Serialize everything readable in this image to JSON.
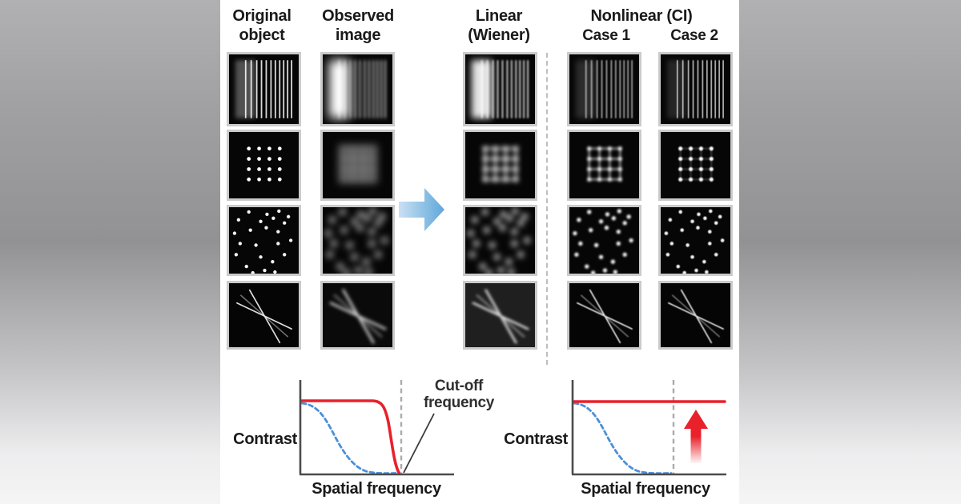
{
  "figure": {
    "group_header": "Nonlinear (CI)",
    "columns": [
      {
        "id": "original",
        "label_lines": [
          "Original",
          "object"
        ],
        "variant": "sharp"
      },
      {
        "id": "observed",
        "label_lines": [
          "Observed",
          "image"
        ],
        "variant": "observed"
      },
      {
        "id": "wiener",
        "label_lines": [
          "Linear",
          "(Wiener)"
        ],
        "variant": "wiener"
      },
      {
        "id": "case1",
        "label_lines": [
          "Case 1"
        ],
        "variant": "case1"
      },
      {
        "id": "case2",
        "label_lines": [
          "Case 2"
        ],
        "variant": "case2"
      }
    ],
    "rows": [
      {
        "pattern": "grating",
        "desc": "vertical line grating test object"
      },
      {
        "pattern": "dot-grid",
        "desc": "4x4 dot grid test object"
      },
      {
        "pattern": "random-dots",
        "desc": "randomly scattered points test object"
      },
      {
        "pattern": "crossed-lines",
        "desc": "two crossing filaments test object"
      }
    ]
  },
  "plots": {
    "ylabel": "Contrast",
    "xlabel": "Spatial frequency",
    "cutoff_lines": [
      "Cut-off",
      "frequency"
    ]
  },
  "colors": {
    "red_curve": "#e8212b",
    "blue_dashed_curve": "#4a90d9",
    "cutoff_dashed_line": "#ababab",
    "axis": "#4c4c4c",
    "separator_dashed": "#bdbdbd",
    "blue_arrow_start": "#c9e0f2",
    "blue_arrow_end": "#5ea8db",
    "panel_border": "#cbcbcb",
    "panel_background": "#060606",
    "sheet_background": "#ffffff",
    "text": "#1a1a1a"
  },
  "panel_params": {
    "grating": {
      "sharp": {
        "blur": 0.3,
        "blob": 0.3,
        "lineOpacity": 0.85
      },
      "observed": {
        "blur": 2.0,
        "blob": 1.0,
        "lineOpacity": 0.8
      },
      "wiener": {
        "blur": 1.0,
        "blob": 0.9,
        "lineOpacity": 0.85
      },
      "case1": {
        "blur": 0.7,
        "blob": 0.15,
        "lineOpacity": 0.6
      },
      "case2": {
        "blur": 0.4,
        "blob": 0.12,
        "lineOpacity": 0.65
      }
    },
    "dot-grid": {
      "sharp": {
        "blur": 0.2,
        "grid": 0,
        "r": 2.4
      },
      "observed": {
        "blur": 5.5,
        "grid": 0.9,
        "r": 3.4
      },
      "wiener": {
        "blur": 3.2,
        "grid": 0.85,
        "r": 3.2
      },
      "case1": {
        "blur": 1.6,
        "grid": 0.55,
        "r": 2.6
      },
      "case2": {
        "blur": 0.9,
        "grid": 0.15,
        "r": 2.6
      }
    },
    "random-dots": {
      "sharp": {
        "blur": 0.3,
        "r": 2.2
      },
      "observed": {
        "blur": 4.5,
        "r": 3.6
      },
      "wiener": {
        "blur": 4.0,
        "r": 3.6
      },
      "case1": {
        "blur": 1.3,
        "r": 2.7
      },
      "case2": {
        "blur": 0.6,
        "r": 2.3
      }
    },
    "crossed-lines": {
      "sharp": {
        "blur": 0.4,
        "w": 1.7,
        "bg": "#050505"
      },
      "observed": {
        "blur": 2.2,
        "w": 2.7,
        "bg": "#0a0a0a"
      },
      "wiener": {
        "blur": 1.8,
        "w": 2.7,
        "bg": "#1f1f1f"
      },
      "case1": {
        "blur": 0.6,
        "w": 1.7,
        "bg": "#050505"
      },
      "case2": {
        "blur": 0.5,
        "w": 1.7,
        "bg": "#050505"
      }
    }
  },
  "patterns": {
    "grating_xs": [
      21,
      28,
      35,
      41,
      47,
      53,
      58.5,
      64,
      69,
      74,
      79
    ],
    "grid_xs": [
      25,
      38,
      51,
      64
    ],
    "grid_ys": [
      21,
      34,
      47,
      60
    ],
    "random_points": [
      [
        25,
        6
      ],
      [
        48,
        9
      ],
      [
        63,
        5
      ],
      [
        75,
        12
      ],
      [
        12,
        16
      ],
      [
        40,
        18
      ],
      [
        56,
        14
      ],
      [
        70,
        20
      ],
      [
        7,
        33
      ],
      [
        27,
        29
      ],
      [
        47,
        26
      ],
      [
        62,
        31
      ],
      [
        14,
        46
      ],
      [
        34,
        48
      ],
      [
        62,
        46
      ],
      [
        78,
        42
      ],
      [
        9,
        60
      ],
      [
        40,
        63
      ],
      [
        55,
        69
      ],
      [
        22,
        75
      ],
      [
        45,
        80
      ],
      [
        70,
        60
      ],
      [
        30,
        83
      ],
      [
        58,
        82
      ]
    ],
    "cross_lines": [
      [
        10,
        26,
        79,
        60
      ],
      [
        26,
        9,
        64,
        78
      ],
      [
        15,
        16,
        74,
        70
      ]
    ]
  },
  "chart_data": [
    {
      "type": "line",
      "title": "Linear (Wiener) restoration transfer",
      "xlabel": "Spatial frequency",
      "ylabel": "Contrast",
      "legend": "none",
      "grid": false,
      "axis_ranges": {
        "x": [
          0,
          1.3
        ],
        "y": [
          0,
          1.1
        ]
      },
      "annotations": [
        "Cut-off frequency marked by vertical dashed line at x = 1"
      ],
      "series": [
        {
          "name": "observed contrast (blue dashed)",
          "style": "dashed",
          "x": [
            0,
            0.15,
            0.3,
            0.45,
            0.6,
            0.8,
            1.0
          ],
          "y": [
            1.0,
            0.92,
            0.62,
            0.3,
            0.1,
            0.02,
            0.0
          ]
        },
        {
          "name": "restored contrast (red solid)",
          "style": "solid",
          "x": [
            0,
            0.72,
            0.82,
            0.9,
            0.97,
            1.0
          ],
          "y": [
            1.0,
            1.0,
            0.95,
            0.55,
            0.08,
            0.0
          ]
        }
      ]
    },
    {
      "type": "line",
      "title": "Nonlinear (CI) restoration transfer",
      "xlabel": "Spatial frequency",
      "ylabel": "Contrast",
      "legend": "none",
      "grid": false,
      "axis_ranges": {
        "x": [
          0,
          1.3
        ],
        "y": [
          0,
          1.1
        ]
      },
      "annotations": [
        "Cut-off frequency marked by vertical dashed line at x = 1",
        "red upward arrow beyond cut-off indicating contrast gain"
      ],
      "series": [
        {
          "name": "observed contrast (blue dashed)",
          "style": "dashed",
          "x": [
            0,
            0.15,
            0.3,
            0.45,
            0.6,
            0.8,
            1.0
          ],
          "y": [
            1.0,
            0.92,
            0.62,
            0.3,
            0.1,
            0.02,
            0.0
          ]
        },
        {
          "name": "restored contrast (red solid)",
          "style": "solid",
          "x": [
            0,
            1.3
          ],
          "y": [
            1.0,
            1.0
          ]
        }
      ]
    }
  ]
}
